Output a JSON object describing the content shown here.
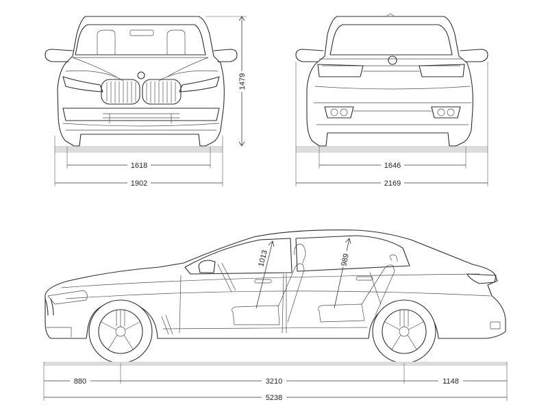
{
  "front_view": {
    "track_width": "1618",
    "overall_width": "1902",
    "overall_height": "1479"
  },
  "rear_view": {
    "track_width": "1646",
    "width_with_mirrors": "2169"
  },
  "side_view": {
    "front_overhang": "880",
    "wheelbase": "3210",
    "rear_overhang": "1148",
    "overall_length": "5238",
    "front_headroom": "1013",
    "rear_headroom": "989"
  },
  "colors": {
    "line": "#2b2b2b",
    "ground": "#dcdcdc",
    "background": "#ffffff"
  }
}
